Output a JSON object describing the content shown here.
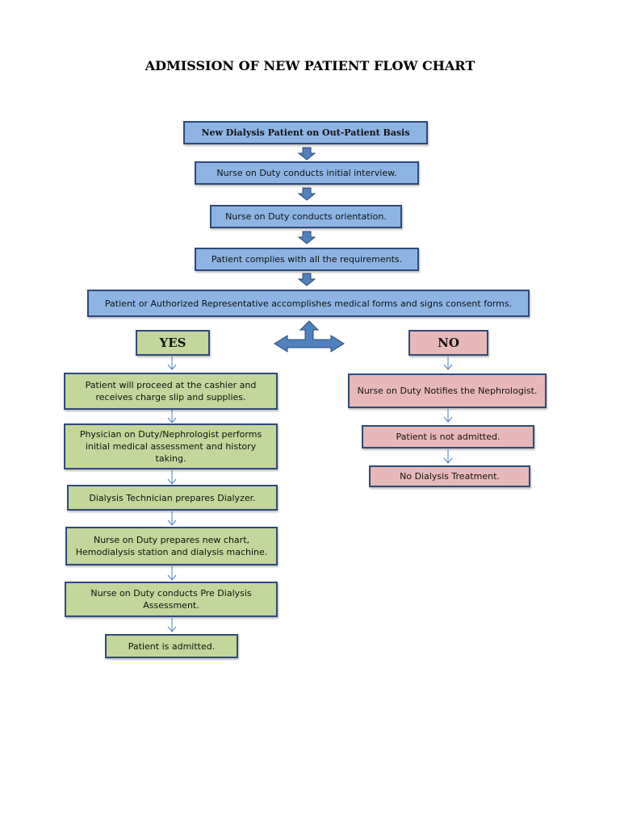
{
  "title": "ADMISSION OF NEW PATIENT FLOW CHART",
  "main_steps": [
    "New Dialysis Patient on Out-Patient Basis",
    "Nurse on Duty conducts initial interview.",
    "Nurse on Duty conducts orientation.",
    "Patient complies with all the requirements.",
    "Patient or Authorized Representative accomplishes medical forms and signs consent forms."
  ],
  "yes_label": "YES",
  "no_label": "NO",
  "yes_steps": [
    "Patient will proceed at the cashier and receives charge slip and supplies.",
    "Physician on Duty/Nephrologist performs initial medical assessment and history taking.",
    "Dialysis Technician prepares Dialyzer.",
    "Nurse on Duty prepares new chart, Hemodialysis station and dialysis machine.",
    "Nurse on Duty conducts Pre Dialysis Assessment.",
    "Patient is admitted."
  ],
  "no_steps": [
    "Nurse on Duty Notifies the Nephrologist.",
    "Patient is not admitted.",
    "No Dialysis Treatment."
  ],
  "colors": {
    "main_fill": "#8eb4e3",
    "yes_fill": "#c3d69b",
    "no_fill": "#e6b9b8",
    "border": "#2d4a7a",
    "arrow": "#4f81bd"
  }
}
